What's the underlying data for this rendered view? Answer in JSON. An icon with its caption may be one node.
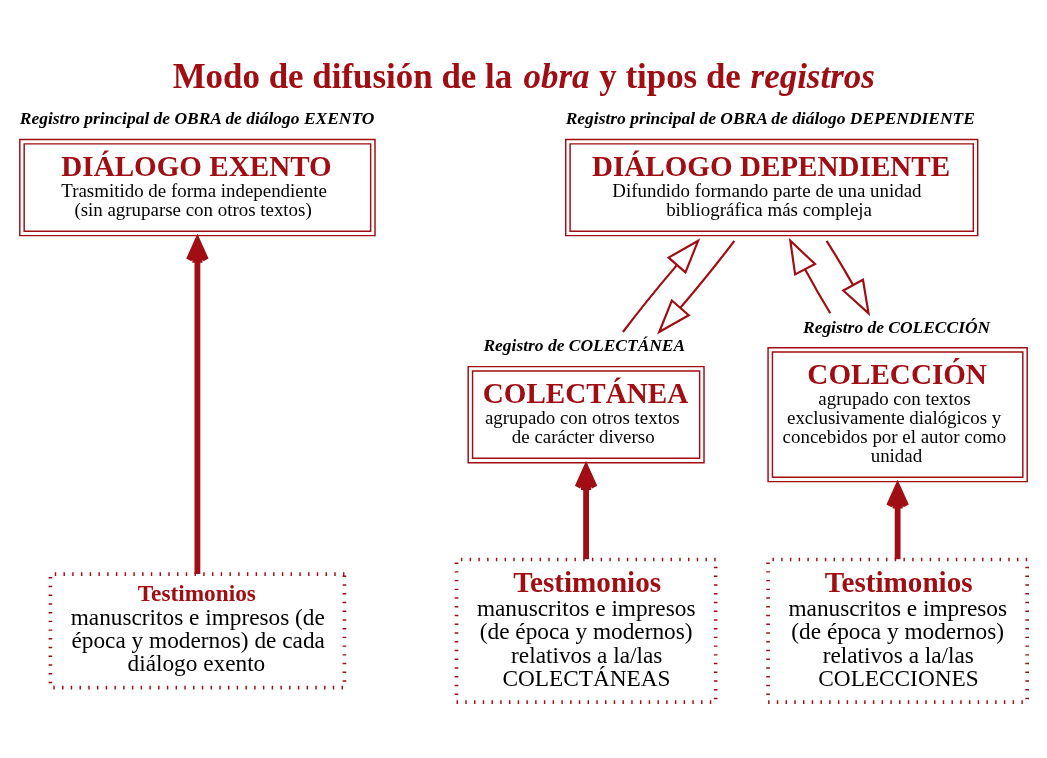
{
  "diagram": {
    "title": "Modo de difusión de la *obra* y tipos de *registros*",
    "nodes": [
      {
        "text": [
          "DIÁLOGO EXENTO",
          "Trasmitido de forma independiente (sin agruparse con otros textos)"
        ],
        "beside": [
          "Registro principal de OBRA de diálogo EXENTO"
        ]
      },
      {
        "text": [
          "DIÁLOGO DEPENDIENTE",
          "Difundido formando parte de una unidad bibliográfica más compleja"
        ],
        "beside": [
          "Registro principal de OBRA de diálogo DEPENDIENTE"
        ]
      },
      {
        "text": [
          "COLECTÁNEA",
          "agrupado con otros textos de carácter diverso"
        ],
        "beside": [
          "Registro de COLECTÁNEA"
        ]
      },
      {
        "text": [
          "COLECCIÓN",
          "agrupado con textos exclusivamente dialógicos y concebidos por el autor como unidad"
        ],
        "beside": [
          "Registro de COLECCIÓN"
        ]
      },
      {
        "text": [
          "**Testimonios** manuscritos e impresos (de época y modernos) de cada diálogo exento"
        ]
      },
      {
        "text": [
          "Testimonios",
          "manuscritos e impresos (de época y modernos) relativos a la/las COLECTÁNEAS"
        ]
      },
      {
        "text": [
          "Testimonios",
          "manuscritos e impresos (de época y modernos) relativos a la/las COLECCIONES"
        ]
      }
    ],
    "edges": [
      {
        "from": 4,
        "to": 0,
        "arrow": "to",
        "style": "thick"
      },
      {
        "from": 1,
        "to": 2,
        "arrow": "to"
      },
      {
        "from": 2,
        "to": 1,
        "arrow": "to"
      },
      {
        "from": 1,
        "to": 3,
        "arrow": "to"
      },
      {
        "from": 3,
        "to": 1,
        "arrow": "to"
      },
      {
        "from": 5,
        "to": 2,
        "arrow": "to",
        "style": "thick"
      },
      {
        "from": 6,
        "to": 3,
        "arrow": "to",
        "style": "thick"
      }
    ]
  }
}
